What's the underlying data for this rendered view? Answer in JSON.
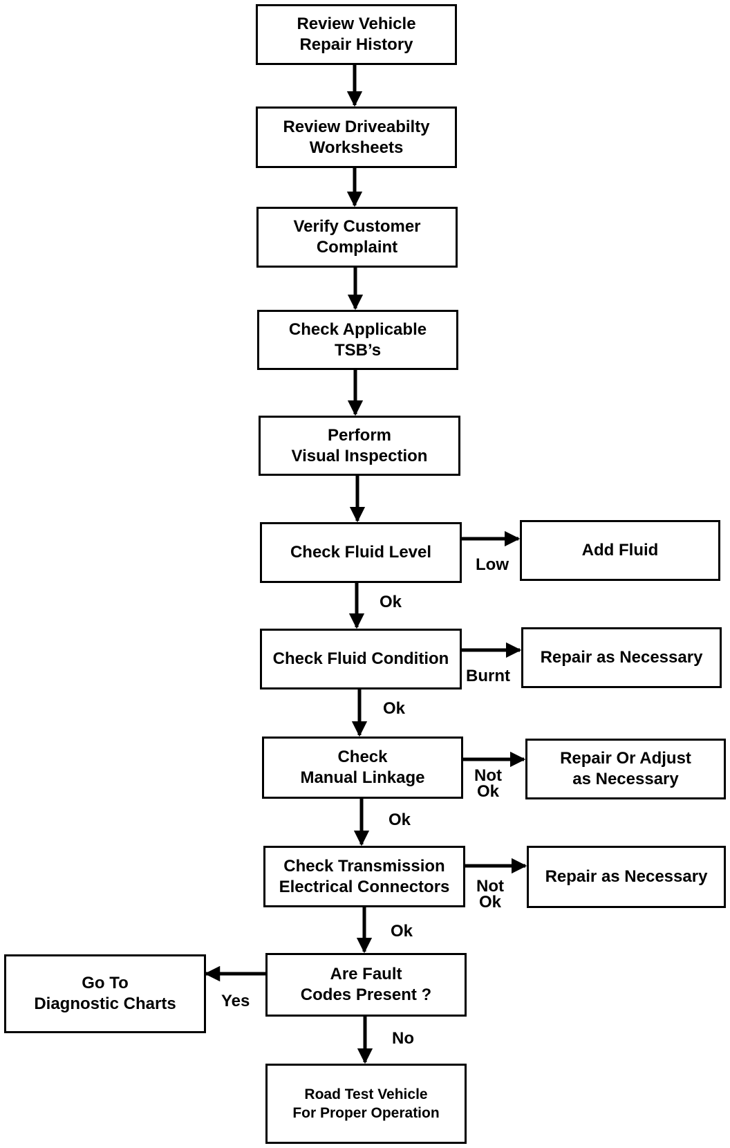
{
  "steps": {
    "review_history": [
      "Review Vehicle",
      "Repair History"
    ],
    "review_worksheets": [
      "Review Driveabilty",
      "Worksheets"
    ],
    "verify_complaint": [
      "Verify Customer",
      "Complaint"
    ],
    "check_tsbs": [
      "Check Applicable",
      "TSB’s"
    ],
    "visual_inspection": [
      "Perform",
      "Visual Inspection"
    ],
    "check_fluid_level": [
      "Check Fluid Level"
    ],
    "add_fluid": [
      "Add Fluid"
    ],
    "check_fluid_condition": [
      "Check Fluid Condition"
    ],
    "repair_fluid": [
      "Repair as Necessary"
    ],
    "check_linkage": [
      "Check",
      "Manual Linkage"
    ],
    "repair_linkage": [
      "Repair Or Adjust",
      "as Necessary"
    ],
    "check_connectors": [
      "Check Transmission",
      "Electrical Connectors"
    ],
    "repair_connectors": [
      "Repair as Necessary"
    ],
    "fault_codes": [
      "Are Fault",
      "Codes Present ?"
    ],
    "diagnostic_charts": [
      "Go To",
      "Diagnostic Charts"
    ],
    "road_test": [
      "Road Test Vehicle",
      "For Proper Operation"
    ]
  },
  "edge_labels": {
    "low": "Low",
    "ok_fluid_level": "Ok",
    "burnt": "Burnt",
    "ok_fluid_condition": "Ok",
    "not_ok_linkage": [
      "Not",
      "Ok"
    ],
    "ok_linkage": "Ok",
    "not_ok_connectors": [
      "Not",
      "Ok"
    ],
    "ok_connectors": "Ok",
    "yes": "Yes",
    "no": "No"
  }
}
